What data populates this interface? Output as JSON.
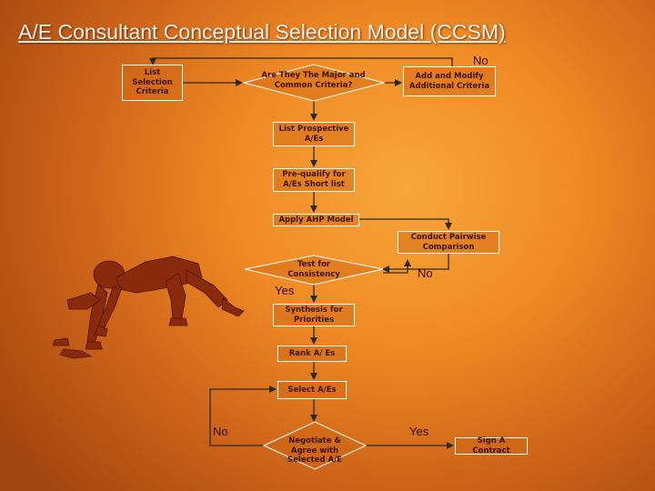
{
  "title": "A/E Consultant Conceptual Selection Model (CCSM)",
  "nodes": {
    "list_criteria": "List Selection Criteria",
    "major_criteria": "Are They The Major and Common Criteria?",
    "add_modify": "Add and Modify Additional Criteria",
    "list_prospective": "List Prospective A/Es",
    "prequalify": "Pre-qualify for A/Es Short list",
    "apply_ahp": "Apply AHP Model",
    "pairwise": "Conduct Pairwise Comparison",
    "consistency": "Test for Consistency",
    "synthesis": "Synthesis for Priorities",
    "rank": "Rank A/ Es",
    "select": "Select A/Es",
    "negotiate": "Negotiate & Agree with Selected A/E",
    "contract": "Sign A Contract"
  },
  "labels": {
    "no_top": "No",
    "no_mid": "No",
    "yes_mid": "Yes",
    "no_bottom": "No",
    "yes_bottom": "Yes"
  }
}
